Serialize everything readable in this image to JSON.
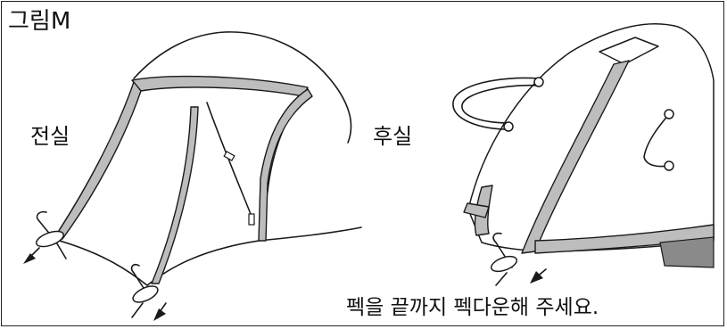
{
  "figure": {
    "title": "그림M",
    "front_label": "전실",
    "rear_label": "후실",
    "instruction": "펙을 끝까지 펙다운해 주세요."
  },
  "colors": {
    "line": "#1a1a1a",
    "band": "#bdbdbd",
    "background": "#ffffff"
  }
}
